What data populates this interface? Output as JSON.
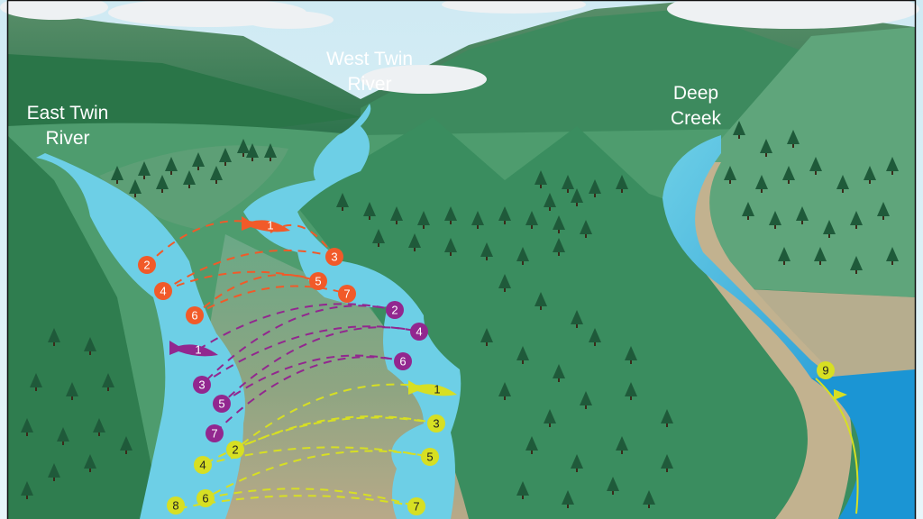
{
  "labels": {
    "east_twin": [
      "East Twin",
      "River"
    ],
    "west_twin": [
      "West Twin",
      "River"
    ],
    "deep_creek": [
      "Deep",
      "Creek"
    ]
  },
  "colors": {
    "orange": "#f15a29",
    "purple": "#92278f",
    "yellow": "#d7df23",
    "river": "#6dcfe6",
    "deep_water": "#1b9ad6"
  },
  "sequences": {
    "orange": [
      "1",
      "2",
      "3",
      "4",
      "5",
      "6",
      "7"
    ],
    "purple": [
      "1",
      "2",
      "3",
      "4",
      "5",
      "6",
      "7"
    ],
    "yellow": [
      "1",
      "2",
      "3",
      "4",
      "5",
      "6",
      "7",
      "8",
      "9"
    ]
  }
}
